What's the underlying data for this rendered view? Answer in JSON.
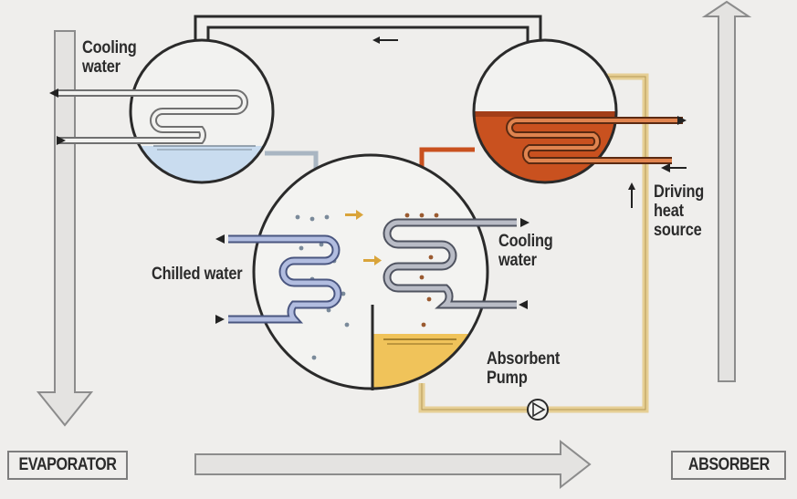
{
  "labels": {
    "cooling_water_top": [
      "Cooling",
      "water"
    ],
    "cooling_water_right": [
      "Cooling",
      "water"
    ],
    "chilled_water": "Chilled water",
    "driving_heat_source": [
      "Driving",
      "heat",
      "source"
    ],
    "absorbent_pump": [
      "Absorbent",
      "Pump"
    ],
    "evaporator": "EVAPORATOR",
    "absorber": "ABSORBER"
  },
  "colors": {
    "vessel_outline": "#2a2a2a",
    "refrigerant_liquid": "#c9dcef",
    "hot_solution": "#c9511f",
    "absorbent_solution": "#f0c35a",
    "chilled_coil": "#7d89b4",
    "cooling_coil": "#8a8e9a",
    "arrow_fill": "#e3e2e0",
    "pipe_yellow": "#e6cf95"
  },
  "icons": [
    "pump-icon",
    "flow-arrow-icon"
  ]
}
